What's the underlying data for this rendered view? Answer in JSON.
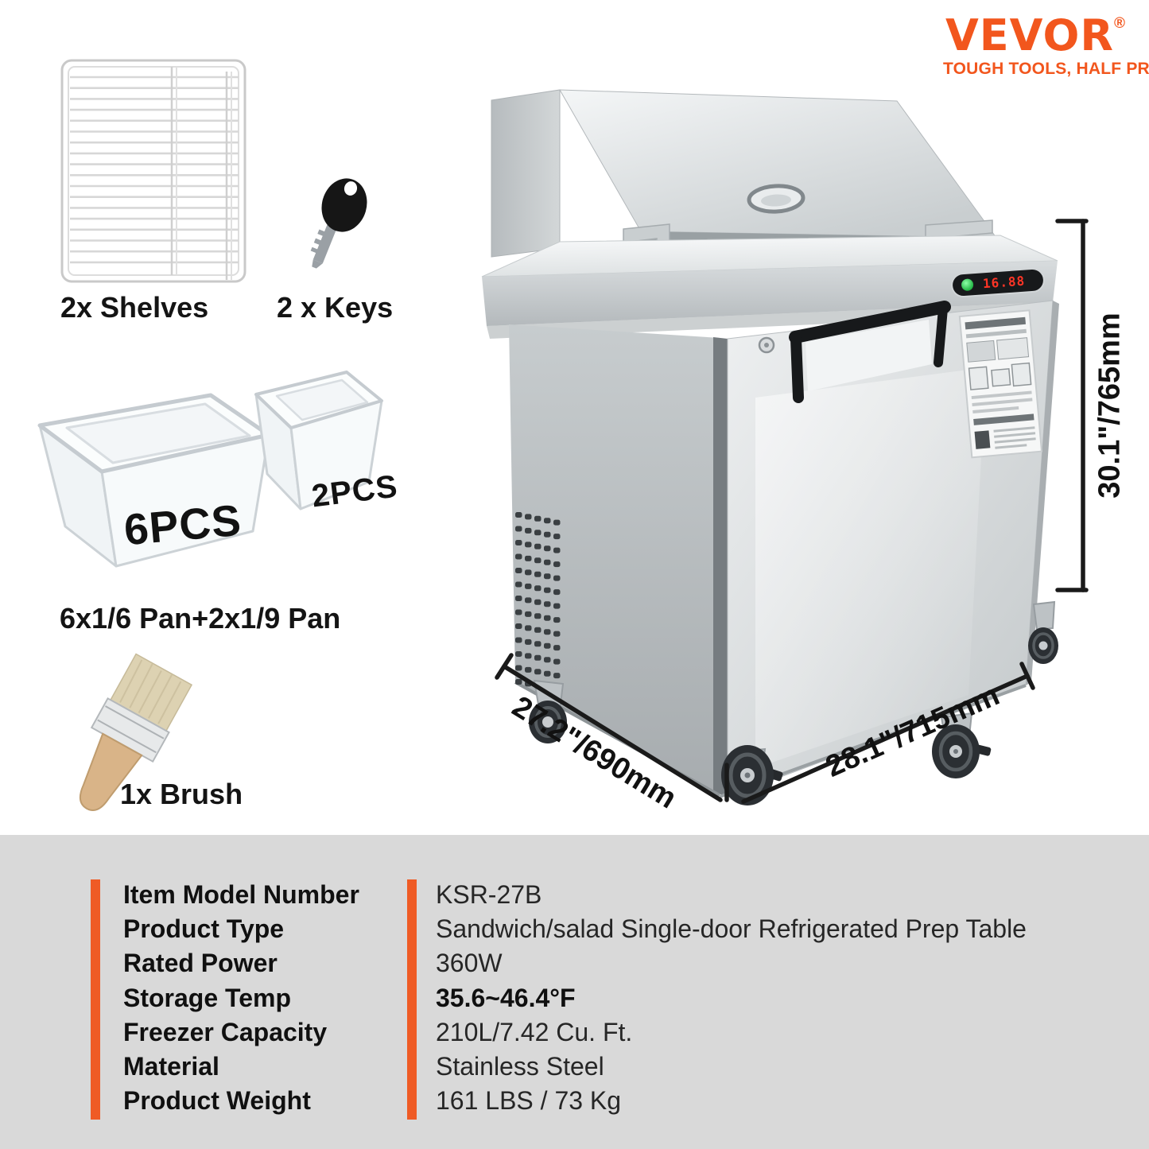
{
  "brand": {
    "name": "VEVOR",
    "registered": "®",
    "tagline": "TOUGH TOOLS, HALF PRICE"
  },
  "accessories": {
    "shelves_label": "2x Shelves",
    "keys_label": "2 x Keys",
    "pans_label": "6x1/6 Pan+2x1/9 Pan",
    "pan_large_badge": "6PCS",
    "pan_small_badge": "2PCS",
    "brush_label": "1x Brush"
  },
  "product": {
    "temperature_display": "16.88",
    "dim_height": "30.1\"/765mm",
    "dim_depth": "27.2\"/690mm",
    "dim_width": "28.1\"/715mm"
  },
  "specs": {
    "rows": [
      {
        "label": "Item Model Number",
        "value": "KSR-27B"
      },
      {
        "label": "Product Type",
        "value": "Sandwich/salad Single-door Refrigerated Prep Table"
      },
      {
        "label": "Rated Power",
        "value": "360W"
      },
      {
        "label": "Storage Temp",
        "value": "35.6~46.4°F"
      },
      {
        "label": "Freezer Capacity",
        "value": "210L/7.42 Cu. Ft."
      },
      {
        "label": "Material",
        "value": "Stainless Steel"
      },
      {
        "label": "Product Weight",
        "value": "161 LBS / 73 Kg"
      }
    ]
  },
  "colors": {
    "brand_orange": "#F2561D",
    "bar_orange": "#EF5B25",
    "panel_gray": "#D9D9D9"
  }
}
